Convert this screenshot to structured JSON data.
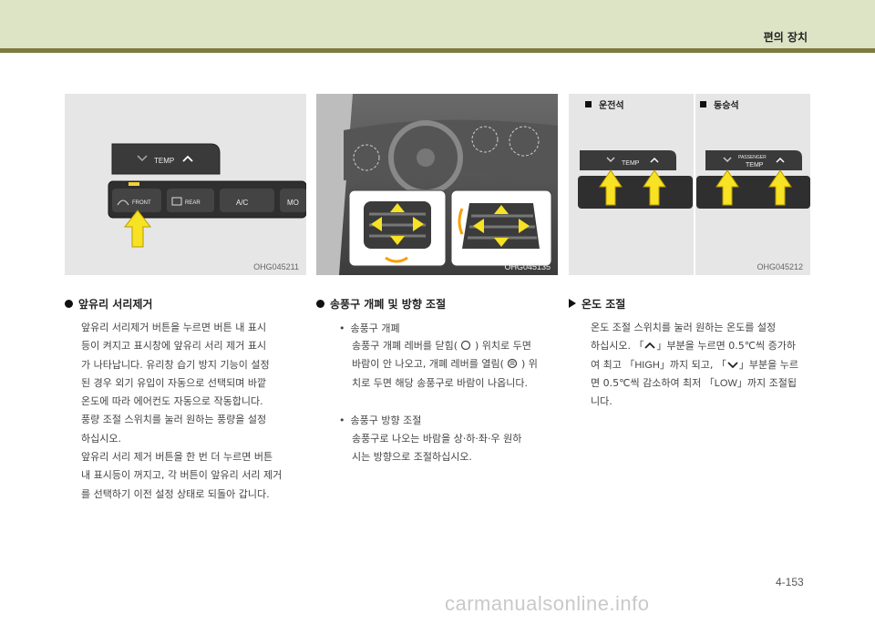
{
  "header": {
    "title": "편의 장치"
  },
  "figures": {
    "defrost": {
      "code": "OHG045211",
      "temp_label": "TEMP",
      "front_label": "FRONT",
      "rear_label": "REAR",
      "ac_label": "A/C",
      "mode_label": "MO"
    },
    "vents": {
      "code": "OHG045135"
    },
    "temp": {
      "code": "OHG045212",
      "driver_label": "운전석",
      "passenger_label": "동승석",
      "temp_label": "TEMP",
      "passenger_small": "PASSENGER",
      "passenger_temp": "TEMP"
    }
  },
  "sections": {
    "defrost": {
      "title": "앞유리 서리제거",
      "lines": [
        "앞유리 서리제거 버튼을 누르면 버튼 내 표시",
        "등이 켜지고 표시창에 앞유리 서리 제거 표시",
        "가 나타납니다. 유리창 습기 방지 기능이 설정",
        "된 경우 외기 유입이 자동으로 선택되며 바깥",
        "온도에 따라 에어컨도 자동으로 작동합니다.",
        "풍량 조절 스위치를 눌러 원하는 풍량을 설정",
        "하십시오.",
        "앞유리 서리 제거 버튼을 한 번 더 누르면 버튼",
        "내 표시등이 꺼지고, 각 버튼이 앞유리 서리 제거",
        "를 선택하기 이전 설정 상태로 되돌아 갑니다."
      ]
    },
    "vent": {
      "title": "송풍구 개폐 및 방향 조절",
      "sub1_title": "송풍구 개폐",
      "sub1_line1": "송풍구 개폐 레버를 닫힘(",
      "sub1_line1b": ") 위치로 두면",
      "sub1_line2a": "바람이 안 나오고, 개폐 레버를 열림(",
      "sub1_line2b": ") 위",
      "sub1_line3": "치로 두면 해당 송풍구로 바람이 나옵니다.",
      "sub2_title": "송풍구 방향 조절",
      "sub2_line1": "송풍구로 나오는 바람을 상·하·좌·우 원하",
      "sub2_line2": "시는 방향으로 조절하십시오."
    },
    "temp": {
      "title": "온도 조절",
      "line1": "온도 조절 스위치를 눌러 원하는 온도를 설정",
      "line2a": "하십시오. 「",
      "line2b": "」부분을 누르면 0.5℃씩 증가하",
      "line3a": "여 최고 「",
      "line3_high": "HIGH",
      "line3b": "」까지 되고, 「",
      "line3c": "」부분을 누르",
      "line4a": "면 0.5℃씩 감소하여 최저 「",
      "line4_low": "LOW",
      "line4b": "」까지 조절됩",
      "line5": "니다."
    }
  },
  "page": {
    "number": "4-153"
  },
  "watermark": "carmanualsonline.info"
}
